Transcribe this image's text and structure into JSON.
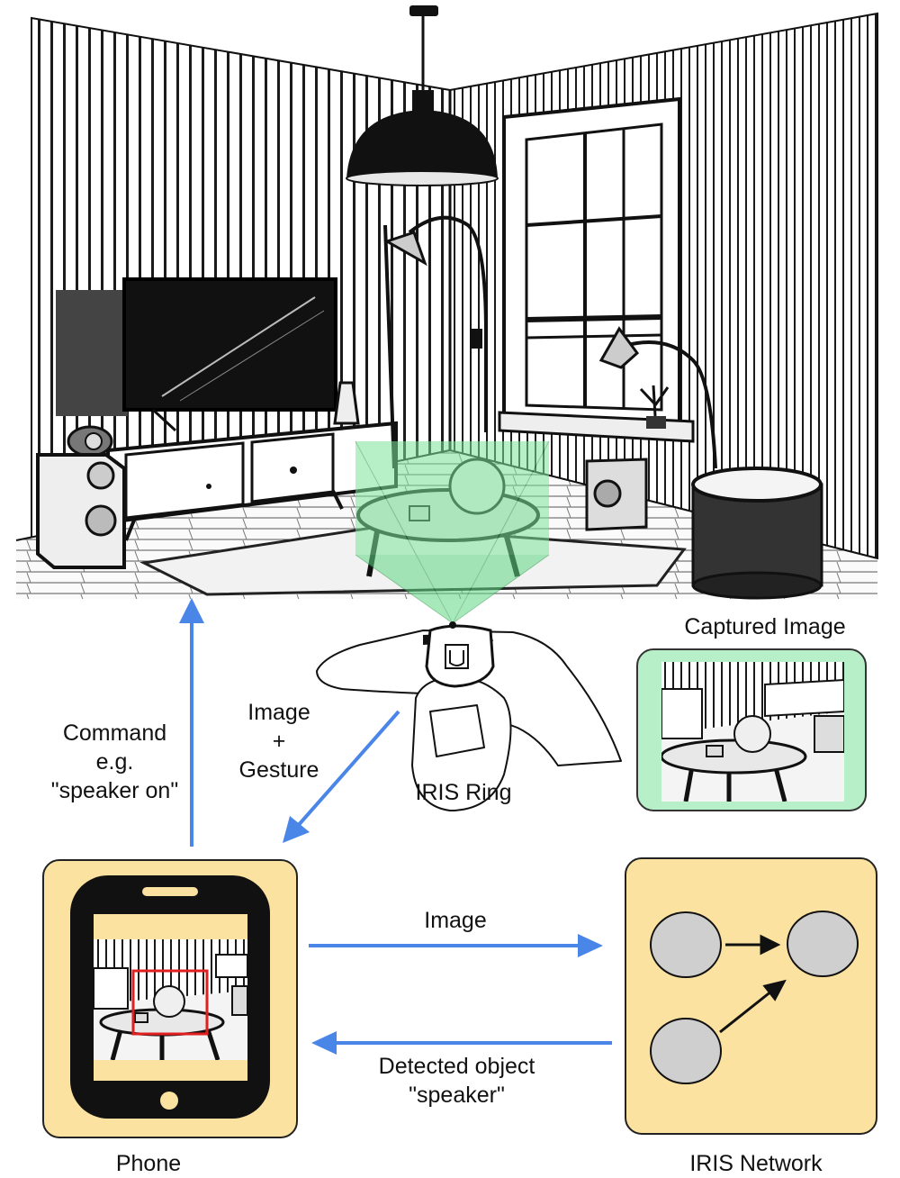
{
  "labels": {
    "captured_image": "Captured Image",
    "image_gesture_line1": "Image",
    "image_gesture_line2": "+",
    "image_gesture_line3": "Gesture",
    "command_line1": "Command",
    "command_line2": "e.g.",
    "command_line3": "\"speaker on\"",
    "iris_ring": "IRIS Ring",
    "image_to_network": "Image",
    "detected_line1": "Detected object",
    "detected_line2": "\"speaker\"",
    "phone": "Phone",
    "iris_network": "IRIS Network"
  },
  "colors": {
    "arrow_blue": "#4a86e8",
    "box_fill": "#fbe2a0",
    "capture_green": "#b7f0c8",
    "detection_red": "#e02020",
    "node_gray": "#cfcfcf"
  }
}
